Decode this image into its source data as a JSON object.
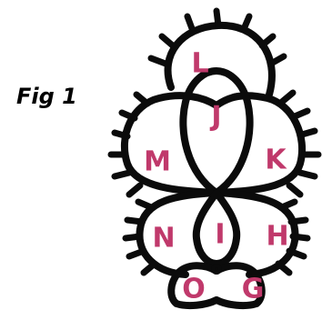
{
  "figure": {
    "caption": "Fig 1"
  },
  "colors": {
    "outline": "#0b0b0b",
    "letter": "#c0396b",
    "background": "#ffffff"
  },
  "regions": {
    "L": "L",
    "J": "J",
    "M": "M",
    "K": "K",
    "N": "N",
    "I": "I",
    "H": "H",
    "O": "O",
    "G": "G"
  }
}
